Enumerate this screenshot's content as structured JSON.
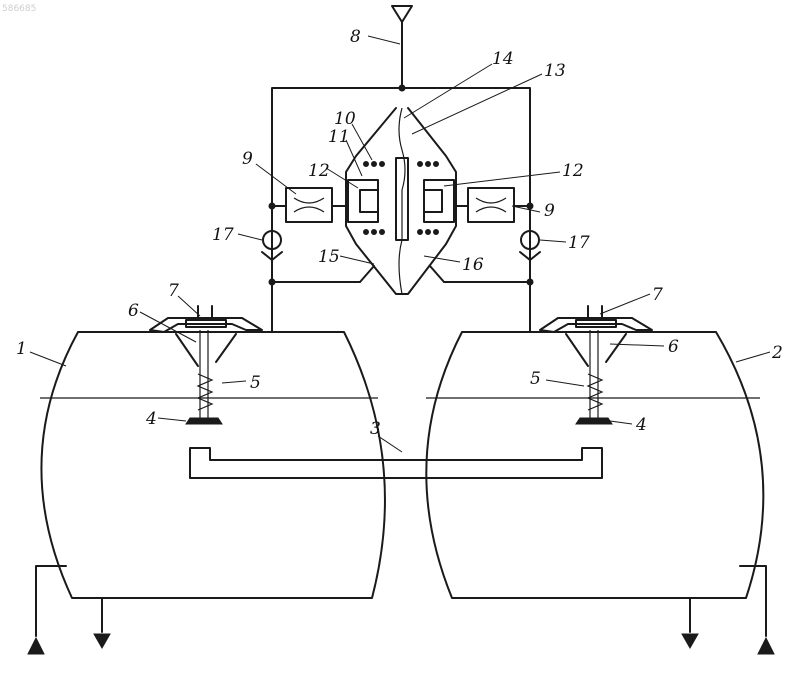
{
  "watermark": "586685",
  "labels": {
    "n1": "1",
    "n2": "2",
    "n3": "3",
    "n4_left": "4",
    "n4_right": "4",
    "n5_left": "5",
    "n5_right": "5",
    "n6_left": "6",
    "n6_right": "6",
    "n7_left": "7",
    "n7_right": "7",
    "n8": "8",
    "n9_left": "9",
    "n9_right": "9",
    "n10": "10",
    "n11": "11",
    "n12_left": "12",
    "n12_right": "12",
    "n13": "13",
    "n14": "14",
    "n15": "15",
    "n16": "16",
    "n17_left": "17",
    "n17_right": "17"
  }
}
